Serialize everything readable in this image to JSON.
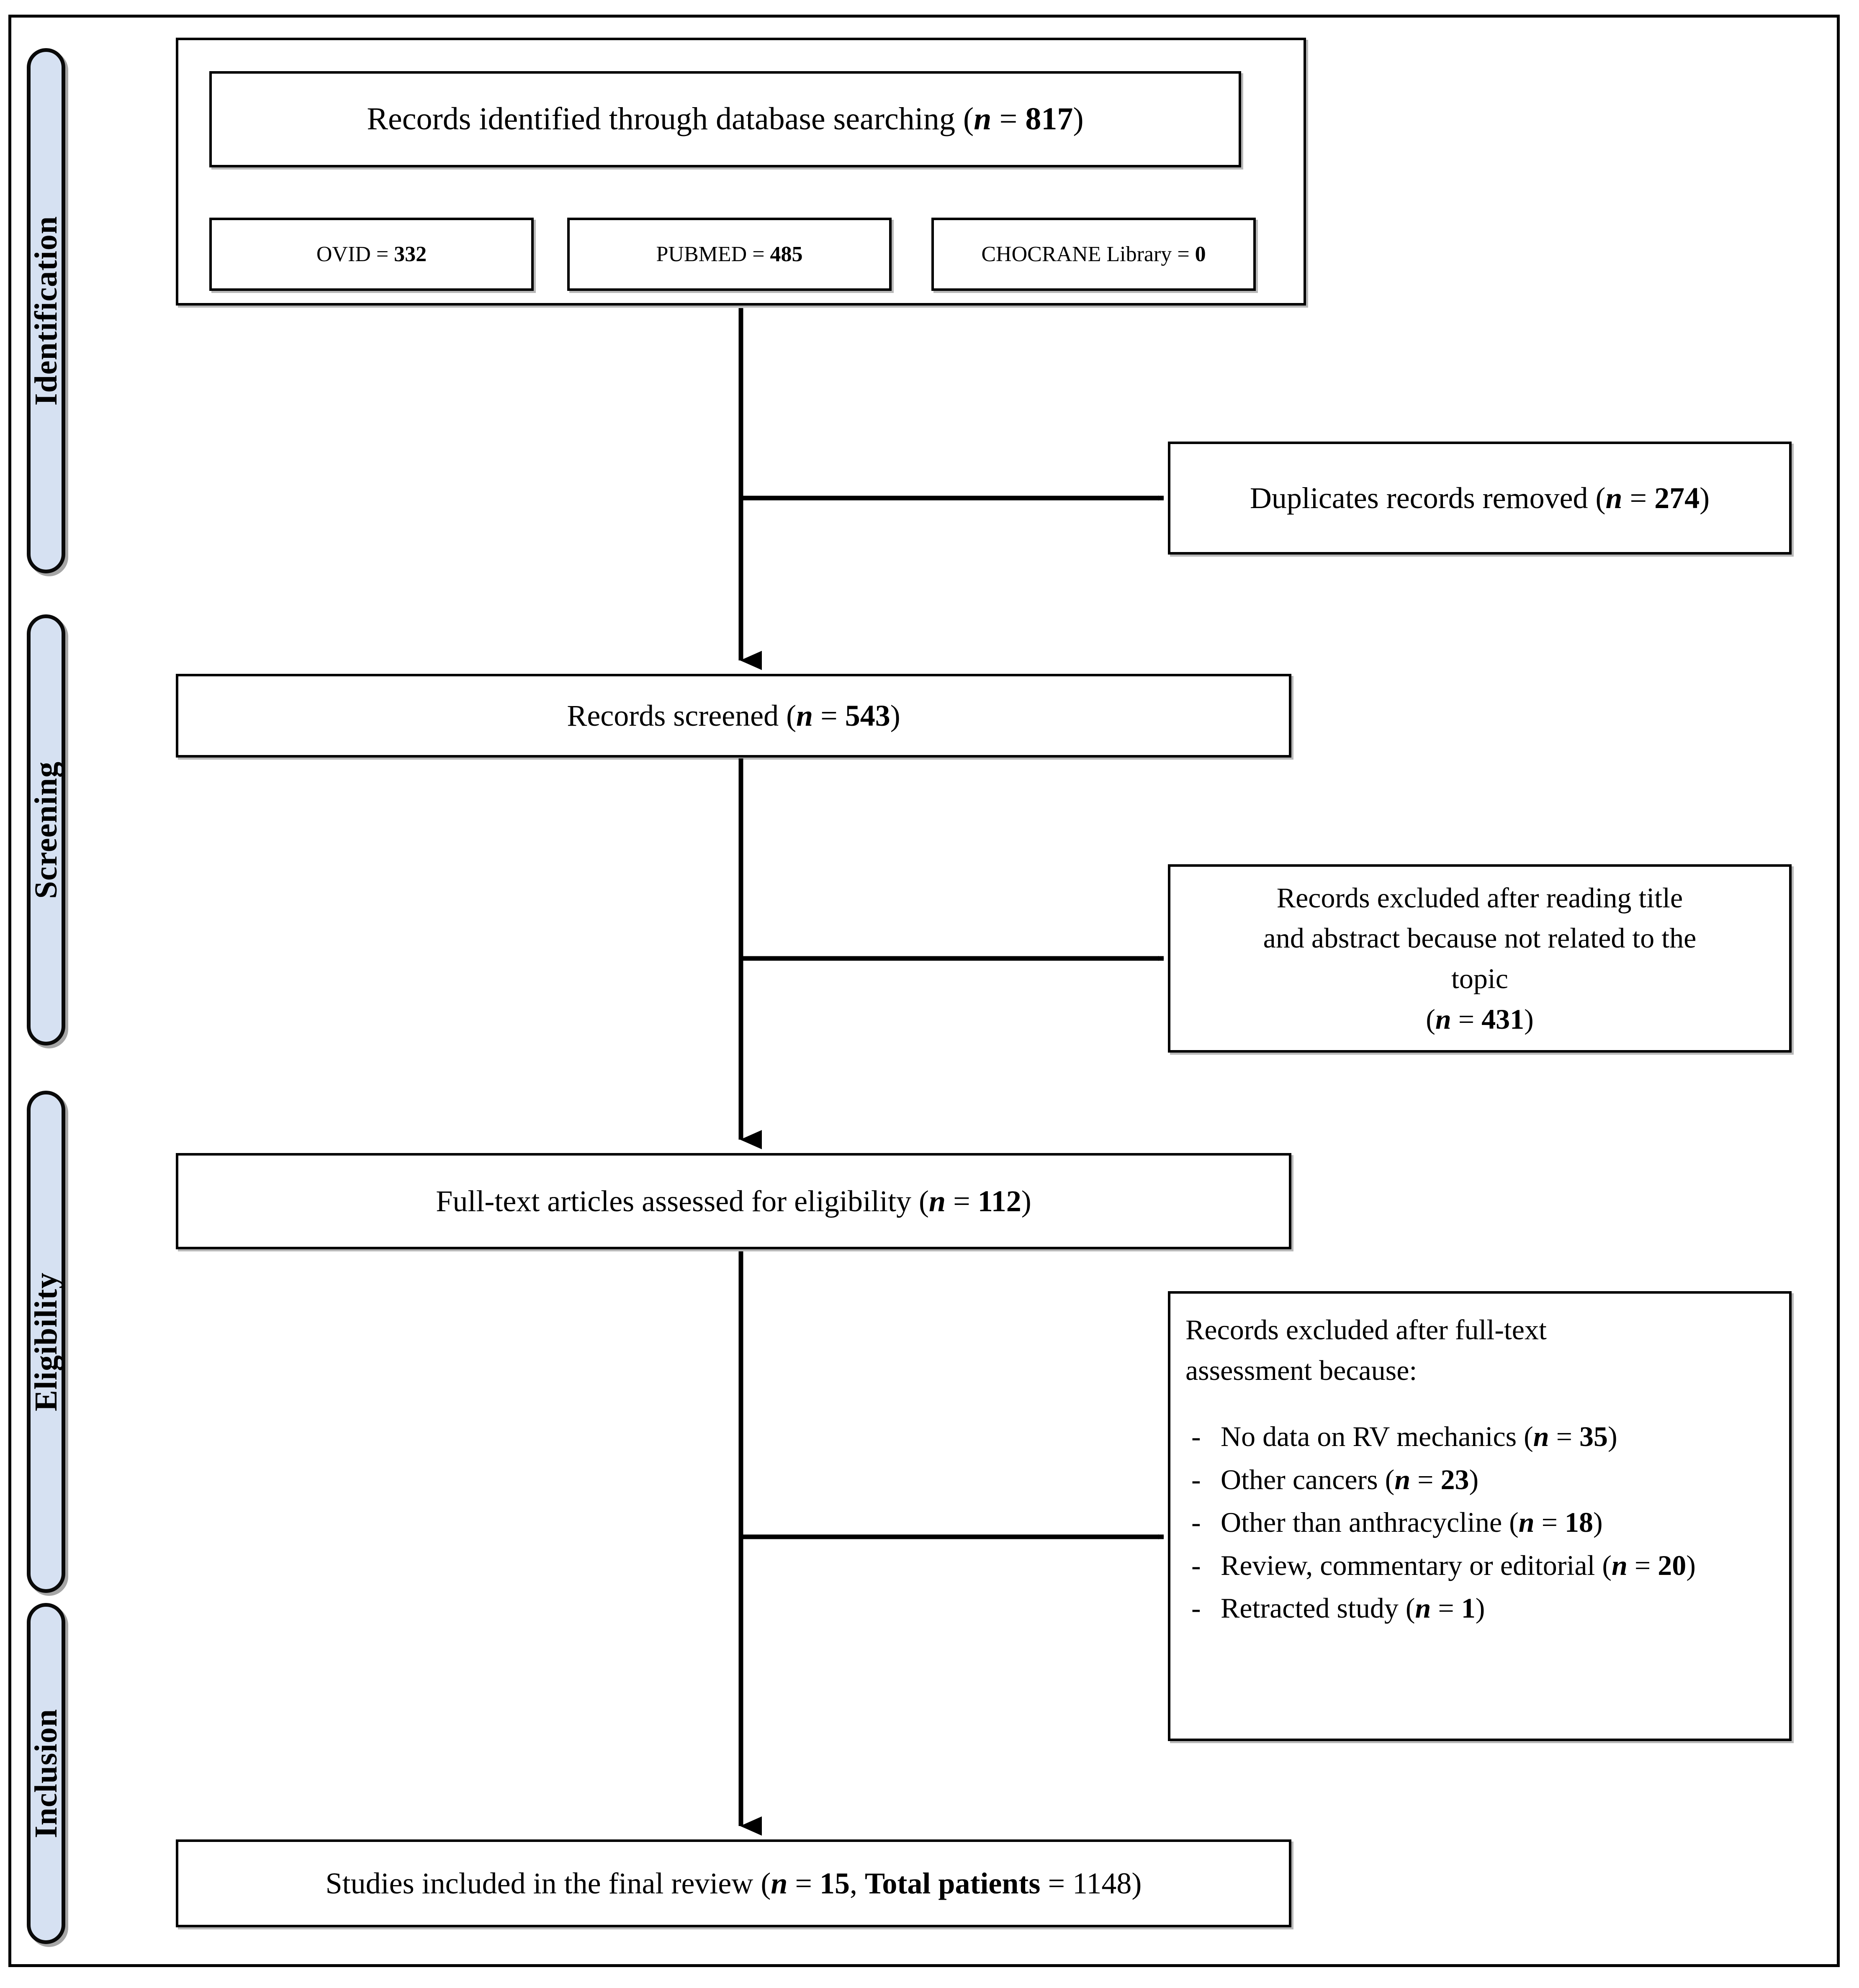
{
  "diagram": {
    "type": "prisma-flow-diagram",
    "phases": [
      {
        "id": "identification",
        "label": "Identification"
      },
      {
        "id": "screening",
        "label": "Screening"
      },
      {
        "id": "eligibility",
        "label": "Eligibility"
      },
      {
        "id": "inclusion",
        "label": "Inclusion"
      }
    ],
    "nodes": {
      "records_identified": {
        "label": "Records identified through database searching (",
        "n_prefix": "n",
        "n_eq": " = ",
        "n_value": "817",
        "suffix": ")"
      },
      "sources": [
        {
          "name": "OVID",
          "eq": " = ",
          "value": "332"
        },
        {
          "name": "PUBMED",
          "eq": " = ",
          "value": "485"
        },
        {
          "name": "CHOCRANE Library",
          "eq": " = ",
          "value": "0"
        }
      ],
      "duplicates_removed": {
        "label": "Duplicates records removed (",
        "n_prefix": "n",
        "n_eq": " = ",
        "n_value": "274",
        "suffix": ")"
      },
      "records_screened": {
        "label": "Records screened (",
        "n_prefix": "n",
        "n_eq": " = ",
        "n_value": "543",
        "suffix": ")"
      },
      "records_excluded_title_abstract": {
        "line1": "Records excluded after reading  title",
        "line2": "and abstract because not related to the",
        "line3": "topic",
        "open_paren": "(",
        "n_prefix": "n",
        "n_eq": " = ",
        "n_value": "431",
        "suffix": ")"
      },
      "fulltext_assessed": {
        "label": "Full-text articles assessed for eligibility (",
        "n_prefix": "n",
        "n_eq": " = ",
        "n_value": "112",
        "suffix": ")"
      },
      "records_excluded_fulltext": {
        "lead_line1": "Records excluded after full-text",
        "lead_line2": "assessment because:",
        "reasons": [
          {
            "text": "No data on RV mechanics (",
            "n_prefix": "n",
            "n_eq": " = ",
            "n_value": "35",
            "suffix": ")"
          },
          {
            "text": "Other cancers (",
            "n_prefix": "n",
            "n_eq": " = ",
            "n_value": "23",
            "suffix": ")"
          },
          {
            "text": "Other than anthracycline (",
            "n_prefix": "n",
            "n_eq": " = ",
            "n_value": "18",
            "suffix": ")"
          },
          {
            "text": "Review, commentary or editorial (",
            "n_prefix": "n",
            "n_eq": " = ",
            "n_value": "20",
            "suffix": ")"
          },
          {
            "text": "Retracted study (",
            "n_prefix": "n",
            "n_eq": " = ",
            "n_value": "1",
            "suffix": ")"
          }
        ]
      },
      "studies_included": {
        "label": "Studies included in the final review (",
        "n_prefix": "n",
        "n_eq": " = ",
        "n_value": "15",
        "mid": ", ",
        "total_label": "Total patients",
        "total_eq": " = ",
        "total_value": "1148",
        "suffix": ")"
      }
    },
    "colors": {
      "phase_tab_fill": "#d6e1f2",
      "line": "#000000",
      "box_fill": "#ffffff"
    }
  }
}
